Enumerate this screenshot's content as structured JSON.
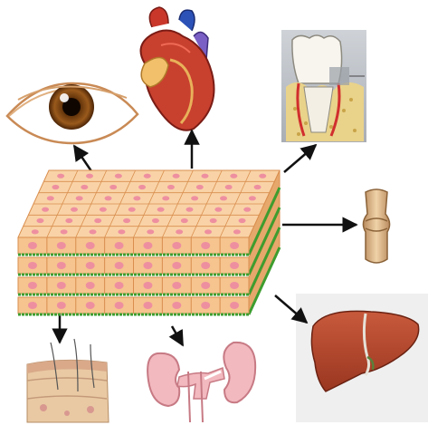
{
  "figure": {
    "center": "stacked-cell-layers",
    "organs": [
      {
        "name": "eye-icon",
        "role": "organ"
      },
      {
        "name": "heart-icon",
        "role": "organ"
      },
      {
        "name": "tooth-icon",
        "role": "organ"
      },
      {
        "name": "bone-joint-icon",
        "role": "organ"
      },
      {
        "name": "liver-icon",
        "role": "organ"
      },
      {
        "name": "kidney-icon",
        "role": "organ"
      },
      {
        "name": "skin-icon",
        "role": "organ"
      }
    ],
    "colors": {
      "cell_fill": "#F6C48F",
      "cell_edge": "#D98E4E",
      "nucleus": "#EE8FA0",
      "membrane": "#3E9D2F",
      "arrow": "#111111",
      "liver": "#B5462F",
      "kidney": "#F2B9BF",
      "heart": "#C8402E",
      "iris": "#8A4B12"
    }
  }
}
